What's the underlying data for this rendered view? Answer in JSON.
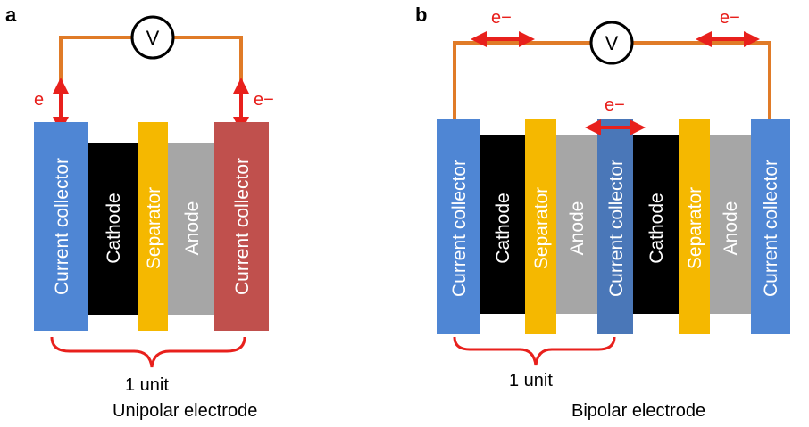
{
  "panel_a": {
    "label": "a",
    "voltmeter": "V",
    "electron_left": "e",
    "electron_right": "e−",
    "layers": {
      "collector_left": "Current collector",
      "cathode": "Cathode",
      "separator": "Separator",
      "anode": "Anode",
      "collector_right": "Current collector"
    },
    "unit_label": "1 unit",
    "caption": "Unipolar electrode"
  },
  "panel_b": {
    "label": "b",
    "voltmeter": "V",
    "electron_top_left": "e−",
    "electron_top_right": "e−",
    "electron_middle": "e−",
    "layers": {
      "collector_left": "Current collector",
      "cathode_1": "Cathode",
      "separator_1": "Separator",
      "anode_1": "Anode",
      "collector_middle": "Current collector",
      "cathode_2": "Cathode",
      "separator_2": "Separator",
      "anode_2": "Anode",
      "collector_right": "Current collector"
    },
    "unit_label": "1 unit",
    "caption": "Bipolar electrode"
  },
  "colors": {
    "collector_blue": "#4f86d4",
    "collector_red": "#c0504d",
    "cathode": "#000000",
    "separator": "#f5b800",
    "anode": "#a6a6a6",
    "wire": "#e07b28",
    "arrow": "#e8201c"
  }
}
